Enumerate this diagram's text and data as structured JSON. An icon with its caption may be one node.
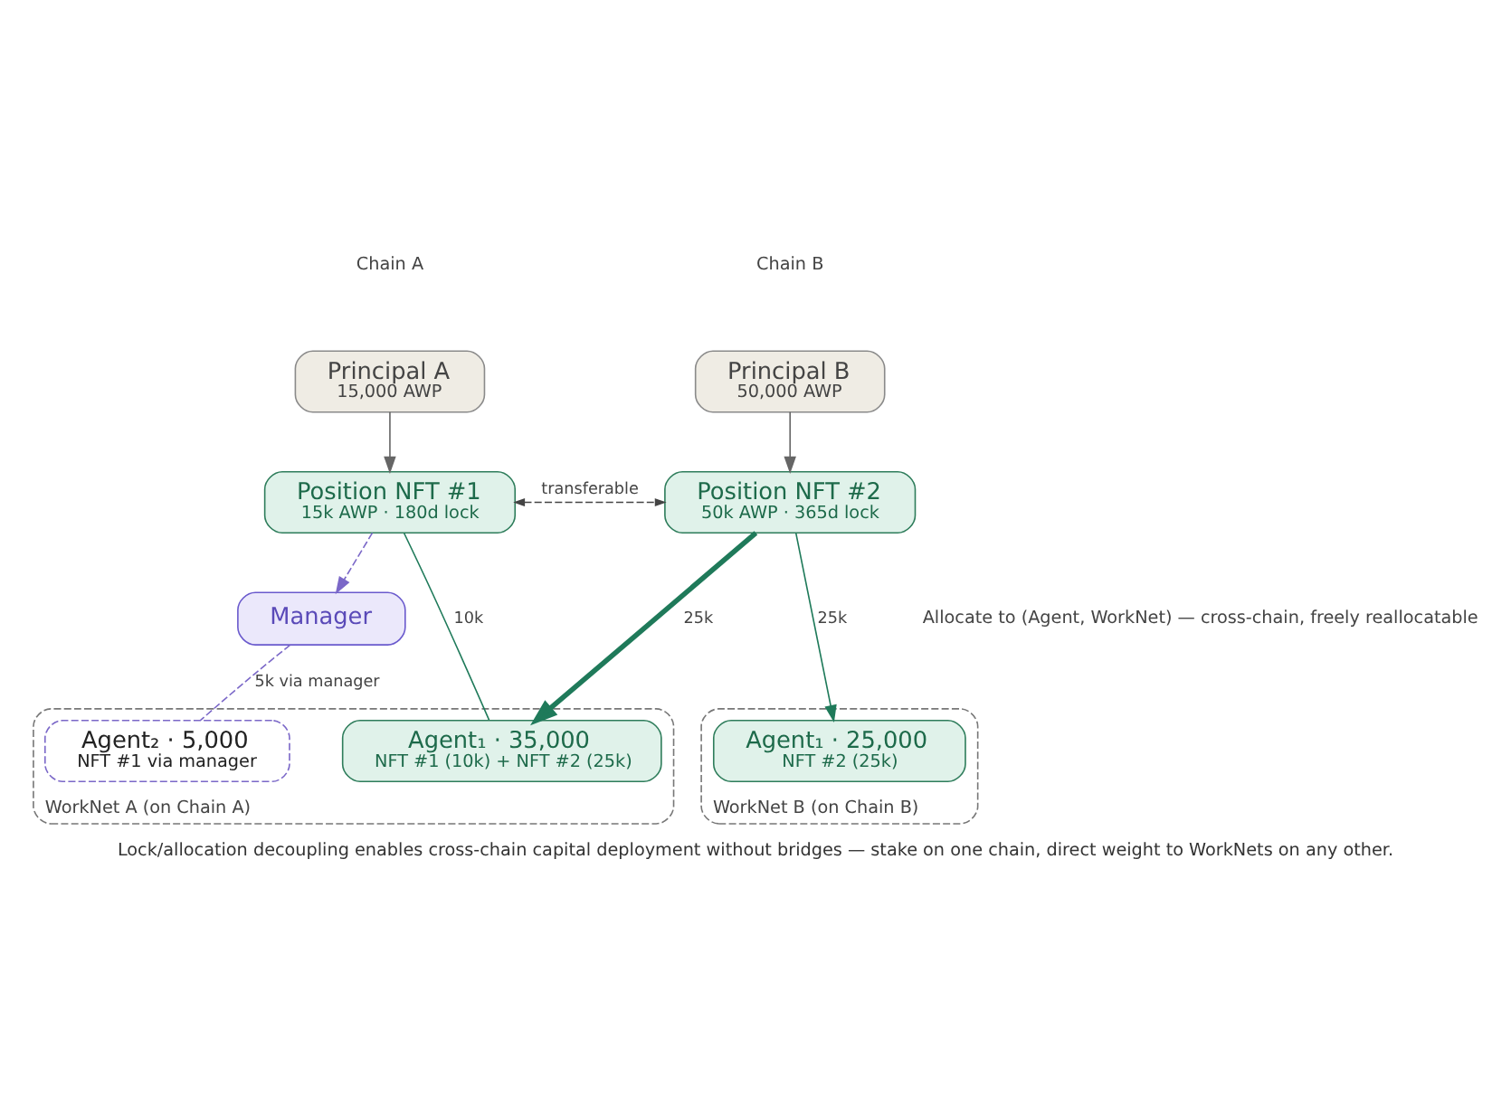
{
  "diagram": {
    "caption": "Lock/allocation decoupling enables cross-chain capital deployment without bridges — stake on one chain, direct weight to WorkNets on any other.",
    "nodes": [
      {
        "text": [
          "Principal A",
          "15,000 AWP"
        ]
      },
      {
        "text": [
          "Principal B",
          "50,000 AWP"
        ]
      },
      {
        "text": [
          "Position NFT #1",
          "15k AWP · 180d lock"
        ]
      },
      {
        "text": [
          "Position NFT #2",
          "50k AWP · 365d lock"
        ]
      },
      {
        "text": [
          "Manager"
        ]
      },
      {
        "text": [
          "WorkNet A (on Chain A)"
        ]
      },
      {
        "text": [
          "Agent₁ · 35,000",
          "NFT #1 (10k) + NFT #2 (25k)"
        ],
        "in": 5
      },
      {
        "text": [
          "Agent₂ · 5,000",
          "NFT #1 via manager"
        ],
        "in": 5
      },
      {
        "text": [
          "WorkNet B (on Chain B)"
        ]
      },
      {
        "text": [
          "Agent₁ · 25,000",
          "NFT #2 (25k)"
        ],
        "in": 8
      }
    ],
    "edges": [
      {
        "from": 0,
        "to": 2,
        "arrow": "to",
        "color": "#666666"
      },
      {
        "from": 1,
        "to": 3,
        "arrow": "to",
        "color": "#666666"
      },
      {
        "from": 2,
        "to": 3,
        "arrow": "both",
        "label": "transferable",
        "style": "dashed",
        "color": "#444444"
      },
      {
        "from": 2,
        "to": 4,
        "arrow": "to",
        "style": "dashed",
        "color": "#7b68c8"
      },
      {
        "from": 2,
        "to": 6,
        "arrow": "none",
        "label": "10k"
      },
      {
        "from": 4,
        "to": 7,
        "arrow": "none",
        "label": "5k via manager",
        "style": "dashed",
        "color": "#7b68c8"
      },
      {
        "from": 3,
        "to": 6,
        "arrow": "to",
        "label": "25k",
        "style": "thick"
      },
      {
        "from": 3,
        "to": 9,
        "arrow": "to",
        "label": "25k"
      }
    ],
    "labels": [
      "Chain A",
      "Chain B",
      "Allocate to (Agent, WorkNet) — cross-chain, freely reallocatable"
    ]
  }
}
